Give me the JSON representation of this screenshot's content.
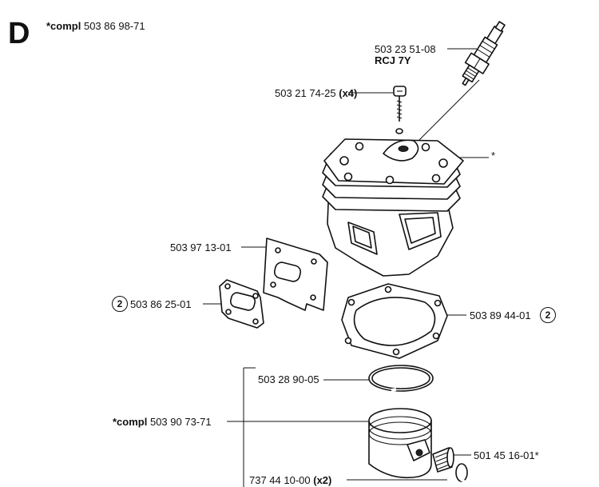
{
  "section_letter": "D",
  "header": {
    "prefix": "*compl",
    "number": "503 86 98-71"
  },
  "parts": {
    "spark_plug": {
      "number": "503 23 51-08",
      "sub": "RCJ 7Y"
    },
    "screw": {
      "number": "503 21 74-25",
      "qty": "(x4)"
    },
    "cylinder": {
      "mark": "*"
    },
    "plate": {
      "number": "503 97 13-01"
    },
    "exhaust_gasket": {
      "number": "503 86 25-01",
      "badge": "2"
    },
    "cylinder_gasket": {
      "number": "503 89 44-01",
      "badge": "2"
    },
    "piston_ring": {
      "number": "503 28 90-05"
    },
    "piston": {
      "prefix": "*compl",
      "number": "503 90 73-71"
    },
    "piston_pin": {
      "number": "501 45 16-01*"
    },
    "circlip": {
      "number": "737 44 10-00",
      "qty": "(x2)"
    }
  }
}
